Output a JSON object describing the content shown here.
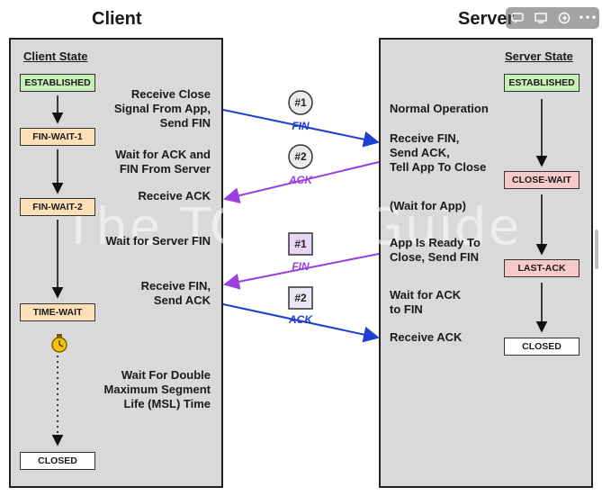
{
  "headings": {
    "client": "Client",
    "server": "Server"
  },
  "client": {
    "state_title": "Client State",
    "states": {
      "established": "ESTABLISHED",
      "fin_wait_1": "FIN-WAIT-1",
      "fin_wait_2": "FIN-WAIT-2",
      "time_wait": "TIME-WAIT",
      "closed": "CLOSED"
    },
    "events": {
      "e1": [
        "Receive Close",
        "Signal From App,",
        "Send FIN"
      ],
      "e2": [
        "Wait for ACK and",
        "FIN From Server"
      ],
      "e3": "Receive ACK",
      "e4": "Wait for Server FIN",
      "e5": [
        "Receive FIN,",
        "Send ACK"
      ],
      "e6": [
        "Wait For Double",
        "Maximum Segment",
        "Life (MSL) Time"
      ]
    }
  },
  "server": {
    "state_title": "Server State",
    "states": {
      "established": "ESTABLISHED",
      "close_wait": "CLOSE-WAIT",
      "last_ack": "LAST-ACK",
      "closed": "CLOSED"
    },
    "events": {
      "e1": "Normal Operation",
      "e2": [
        "Receive FIN,",
        "Send ACK,",
        "Tell App To Close"
      ],
      "e3": "(Wait for App)",
      "e4": [
        "App Is Ready To",
        "Close, Send FIN"
      ],
      "e5": [
        "Wait for ACK",
        "to FIN"
      ],
      "e6": "Receive ACK"
    }
  },
  "messages": [
    {
      "number": "#1",
      "label": "FIN",
      "direction": "client-to-server",
      "marker": "circle"
    },
    {
      "number": "#2",
      "label": "ACK",
      "direction": "server-to-client",
      "marker": "circle"
    },
    {
      "number": "#1",
      "label": "FIN",
      "direction": "server-to-client",
      "marker": "square"
    },
    {
      "number": "#2",
      "label": "ACK",
      "direction": "client-to-server",
      "marker": "square"
    }
  ],
  "watermark": "The TCP/IP Guide",
  "toolbar": {
    "icons": [
      "comment-icon",
      "screen-icon",
      "circle-arrow-icon",
      "more-icon"
    ]
  },
  "colors": {
    "established": "#c6f0b8",
    "fin_wait": "#fde0b8",
    "server_wait": "#f8c9c9",
    "closed": "#ffffff",
    "fin_arrow": "#1f3fd0",
    "ack_purple": "#9a3fe0"
  }
}
